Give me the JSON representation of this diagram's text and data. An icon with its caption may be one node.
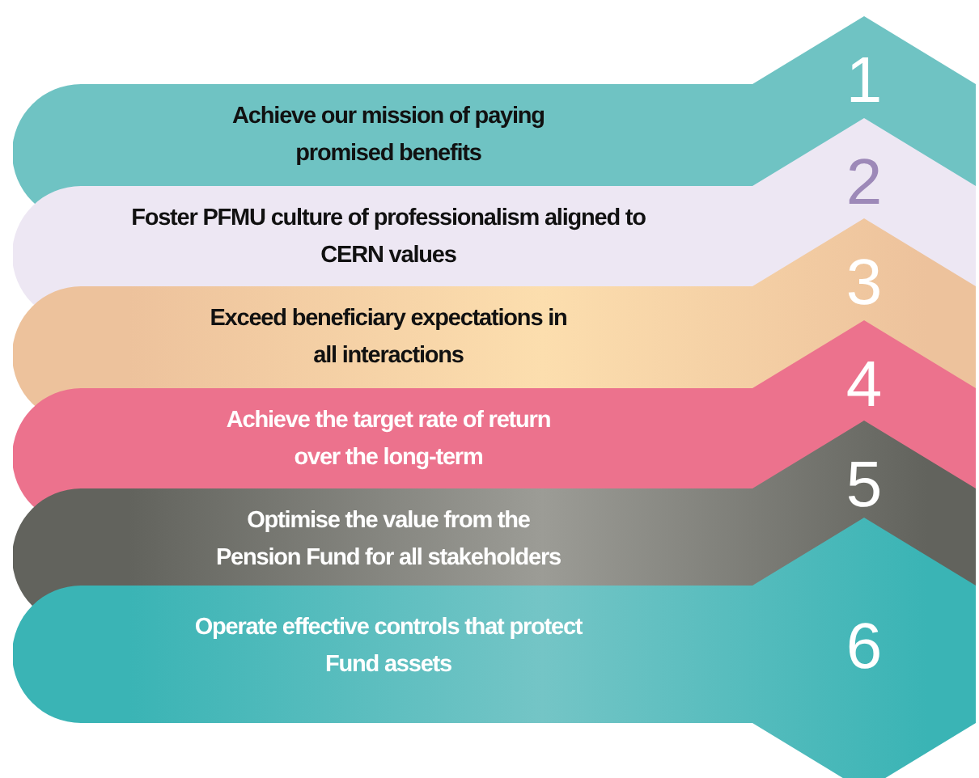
{
  "diagram": {
    "nodes": [
      {
        "text": [
          "Achieve our mission of paying promised benefits",
          "1"
        ]
      },
      {
        "text": [
          "Foster PFMU culture of professionalism aligned to CERN values",
          "2"
        ]
      },
      {
        "text": [
          "Exceed beneficiary expectations in all interactions",
          "3"
        ]
      },
      {
        "text": [
          "Achieve the target rate of return over the long-term",
          "4"
        ]
      },
      {
        "text": [
          "Optimise the value from the Pension Fund for all stakeholders",
          "5"
        ]
      },
      {
        "text": [
          "Operate effective controls that protect Fund assets",
          "6"
        ]
      }
    ]
  }
}
